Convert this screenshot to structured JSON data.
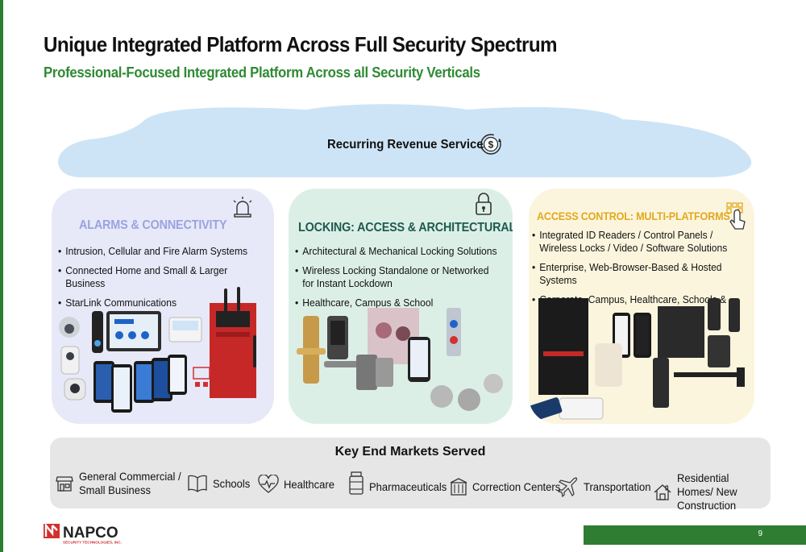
{
  "slide": {
    "title": "Unique Integrated Platform Across Full Security Spectrum",
    "subtitle": "Professional-Focused Integrated Platform Across all Security Verticals",
    "page_number": "9"
  },
  "cloud": {
    "label": "Recurring Revenue Services",
    "icon": "dollar-cycle-icon",
    "color": "#cde4f6"
  },
  "panels": [
    {
      "title": "ALARMS & CONNECTIVITY",
      "icon": "alarm-light-icon",
      "bullets": [
        "Intrusion, Cellular and Fire Alarm Systems",
        "Connected Home and Small & Larger Business",
        "StarLink Communications"
      ]
    },
    {
      "title": "LOCKING: ACCESS & ARCHITECTURAL",
      "icon": "padlock-icon",
      "bullets": [
        "Architectural & Mechanical Locking Solutions",
        "Wireless Locking Standalone or Networked for Instant Lockdown",
        "Healthcare, Campus & School"
      ]
    },
    {
      "title": "ACCESS CONTROL: MULTI-PLATFORMS",
      "icon": "touch-keypad-icon",
      "bullets": [
        "Integrated ID Readers / Control Panels / Wireless Locks / Video / Software Solutions",
        "Enterprise, Web-Browser-Based & Hosted Systems",
        "Corporate, Campus, Healthcare, Schools & SMBs"
      ]
    }
  ],
  "markets": {
    "title": "Key End Markets Served",
    "items": [
      {
        "label": "General Commercial / Small Business",
        "icon": "storefront-icon"
      },
      {
        "label": "Schools",
        "icon": "book-icon"
      },
      {
        "label": "Healthcare",
        "icon": "heart-pulse-icon"
      },
      {
        "label": "Pharmaceuticals",
        "icon": "pill-bottle-icon"
      },
      {
        "label": "Correction Centers",
        "icon": "building-icon"
      },
      {
        "label": "Transportation",
        "icon": "airplane-icon"
      },
      {
        "label": "Residential Homes/ New Construction",
        "icon": "house-icon"
      }
    ]
  },
  "logo": {
    "name": "NAPCO",
    "tagline": "SECURITY TECHNOLOGIES, INC."
  },
  "colors": {
    "accent_green": "#2e7d32",
    "subtitle_green": "#2f8a34",
    "alarms_title": "#9aa3e0",
    "locking_title": "#1e5a52",
    "access_title": "#e3a81d",
    "logo_red": "#d32f2f"
  }
}
